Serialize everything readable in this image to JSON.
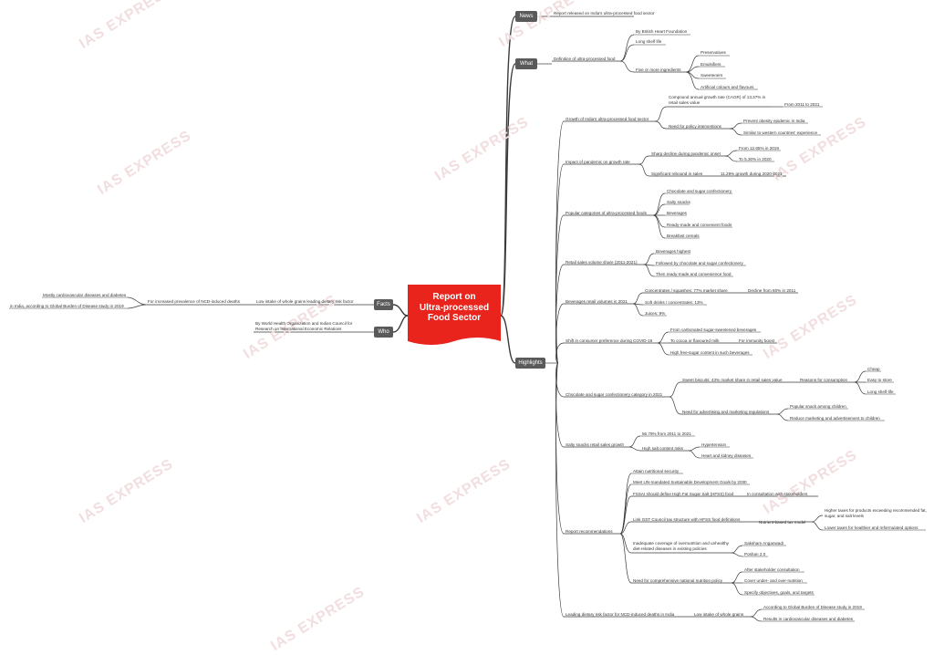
{
  "watermark": "IAS EXPRESS",
  "center": {
    "line1": "Report on",
    "line2": "Ultra-processed",
    "line3": "Food Sector",
    "color": "#e8241c"
  },
  "branches": {
    "news": "News",
    "what": "What",
    "highlights": "Highlights",
    "facts": "Facts",
    "who": "Who"
  },
  "news": {
    "n1": "Report released on India's ultra-processed food sector"
  },
  "what": {
    "def": "Definition of ultra-processed food",
    "bhf": "By British Heart Foundation",
    "shelf": "Long shelf life",
    "five": "Five or more ingredients",
    "pres": "Preservatives",
    "emul": "Emulsifiers",
    "sweet": "Sweeteners",
    "art": "Artificial colours and flavours"
  },
  "highlights": {
    "growth": "Growth of India's ultra-processed food sector",
    "cagr": "Compound annual growth rate (CAGR) of 13.37% in retail sales value",
    "from2011": "From 2011 to 2021",
    "policy": "Need for policy interventions",
    "obesity": "Prevent obesity epidemic in India",
    "western": "Similar to western countries' experience",
    "pandemic": "Impact of pandemic on growth rate",
    "decline": "Sharp decline during pandemic onset",
    "from1269": "From 12.65% in 2019",
    "to530": "To 5.30% in 2020",
    "rebound": "Significant rebound in sales",
    "growth1129": "11.29% growth during 2020-2021",
    "popular": "Popular categories of ultra-processed foods",
    "choc": "Chocolate and sugar confectionery",
    "salty": "Salty snacks",
    "bev": "Beverages",
    "ready": "Ready-made and convenient foods",
    "breakfast": "Breakfast cereals",
    "share": "Retail sales volume share (2011-2021)",
    "bevhigh": "Beverages highest",
    "followed": "Followed by chocolate and sugar confectionery",
    "then": "Then ready-made and convenience food",
    "bevvol": "Beverages retail volumes in 2021",
    "conc": "Concentrates / squashes: 77% market share",
    "decline80": "Decline from 80% in 2011",
    "soft": "Soft drinks / concentrates: 13%",
    "juices": "Juices: 9%",
    "shift": "Shift in consumer preference during COVID-19",
    "carb": "From carbonated sugar-sweetened beverages",
    "cocoa": "To cocoa or flavoured milk",
    "immunity": "For immunity boost",
    "highfree": "High free-sugar content in such beverages",
    "chocsale": "Chocolate and sugar confectionery category in 2021",
    "biscuits": "Sweet biscuits: 43% market share in retail sales value",
    "reasons": "Reasons for consumption",
    "cheap": "Cheap",
    "easy": "Easy to store",
    "longlife": "Long shelf-life",
    "adv": "Need for advertising and marketing regulations",
    "popsnack": "Popular snack among children",
    "reduce": "Reduce marketing and advertisement to children",
    "saltysales": "Salty snacks retail sales growth",
    "g5678": "56.78% from 2011 to 2021",
    "highsalt": "High salt content risks",
    "hyper": "Hypertension",
    "heart": "Heart and kidney diseases",
    "recs": "Report recommendations",
    "nutri": "Attain nutritional security",
    "sdg": "Meet UN-mandated Sustainable Development Goals by 2030",
    "fssai": "FSSAI should define High Fat Sugar Salt (HFSS) food",
    "consult": "In consultation with stakeholders",
    "gst": "Link GST Council tax structure with HFSS food definitions",
    "nutrient": "Nutrient-based tax model",
    "higher": "Higher taxes for products exceeding recommended fat, sugar, and salt levels",
    "lower": "Lower taxes for healthier and reformulated options",
    "inadequate": "Inadequate coverage of overnutrition and unhealthy diet-related diseases in existing policies",
    "saksham": "Saksham Anganwadi",
    "poshan": "Poshan 2.0",
    "comprehensive": "Need for comprehensive national nutrition policy",
    "after": "After stakeholder consultation",
    "cover": "Cover under- and over-nutrition",
    "specify": "Specify objectives, goals, and targets",
    "leading": "Leading dietary risk factor for NCD-induced deaths in India",
    "lowgrains": "Low intake of whole grains",
    "gbd": "According to Global Burden of Disease study in 2019",
    "results": "Results in cardiovascular diseases and diabetes"
  },
  "facts": {
    "low": "Low intake of whole grains leading dietary risk factor",
    "ncd": "For increased prevalence of NCD-induced deaths",
    "mostly": "Mostly cardiovascular diseases and diabetes",
    "india": "in India, according to Global Burden of Disease study in 2019"
  },
  "who": {
    "line1": "By World Health Organization and Indian Council for",
    "line2": "Research on International Economic Relations"
  }
}
